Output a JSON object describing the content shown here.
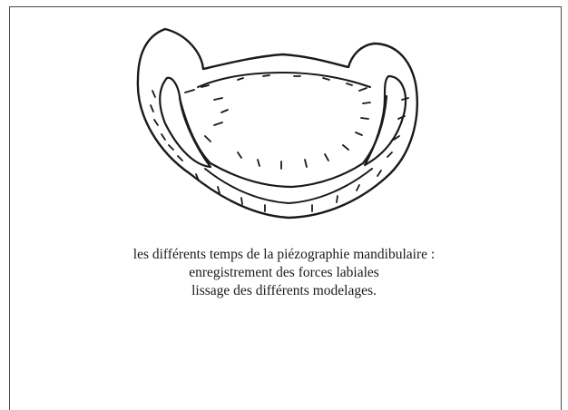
{
  "figure": {
    "caption_lines": [
      "les différents temps de la piézographie mandibulaire :",
      "enregistrement des forces labiales",
      "lissage des différents modelages."
    ]
  }
}
